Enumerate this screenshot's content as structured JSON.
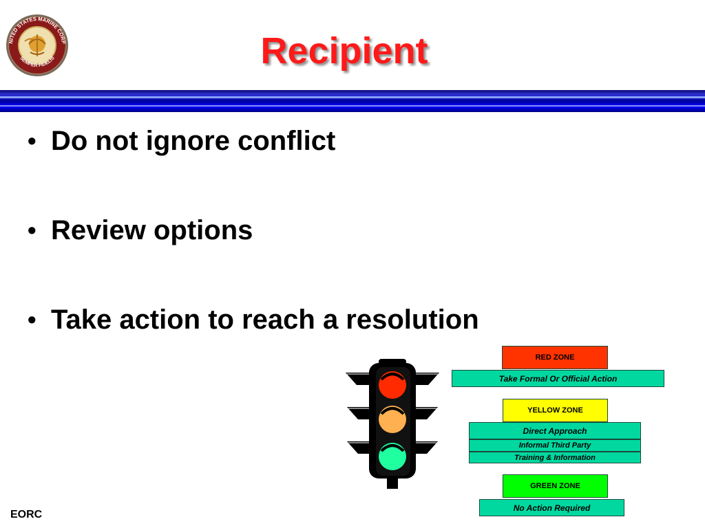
{
  "slide": {
    "title": "Recipient",
    "bullets": [
      "Do not ignore conflict",
      "Review options",
      "Take action to reach a resolution"
    ],
    "footer": "EORC",
    "seal": {
      "ring_text_top": "UNITED STATES MARINE CORPS",
      "ring_text_bottom": "SEMPER FIDELIS"
    }
  },
  "zones": {
    "red": {
      "label": "RED ZONE",
      "actions": [
        "Take Formal Or Official Action"
      ]
    },
    "yellow": {
      "label": "YELLOW ZONE",
      "actions": [
        "Direct Approach",
        "Informal Third Party",
        "Training & Information"
      ]
    },
    "green": {
      "label": "GREEN ZONE",
      "actions": [
        "No Action Required"
      ]
    }
  },
  "colors": {
    "title": "#ff1a1a",
    "rule": "#0000c0",
    "red_zone": "#ff3300",
    "yellow_zone": "#ffff00",
    "green_zone": "#00ff00",
    "action_box": "#00d8a0",
    "light_red": "#ff2a00",
    "light_yellow": "#ffb050",
    "light_green": "#20ffa0"
  }
}
